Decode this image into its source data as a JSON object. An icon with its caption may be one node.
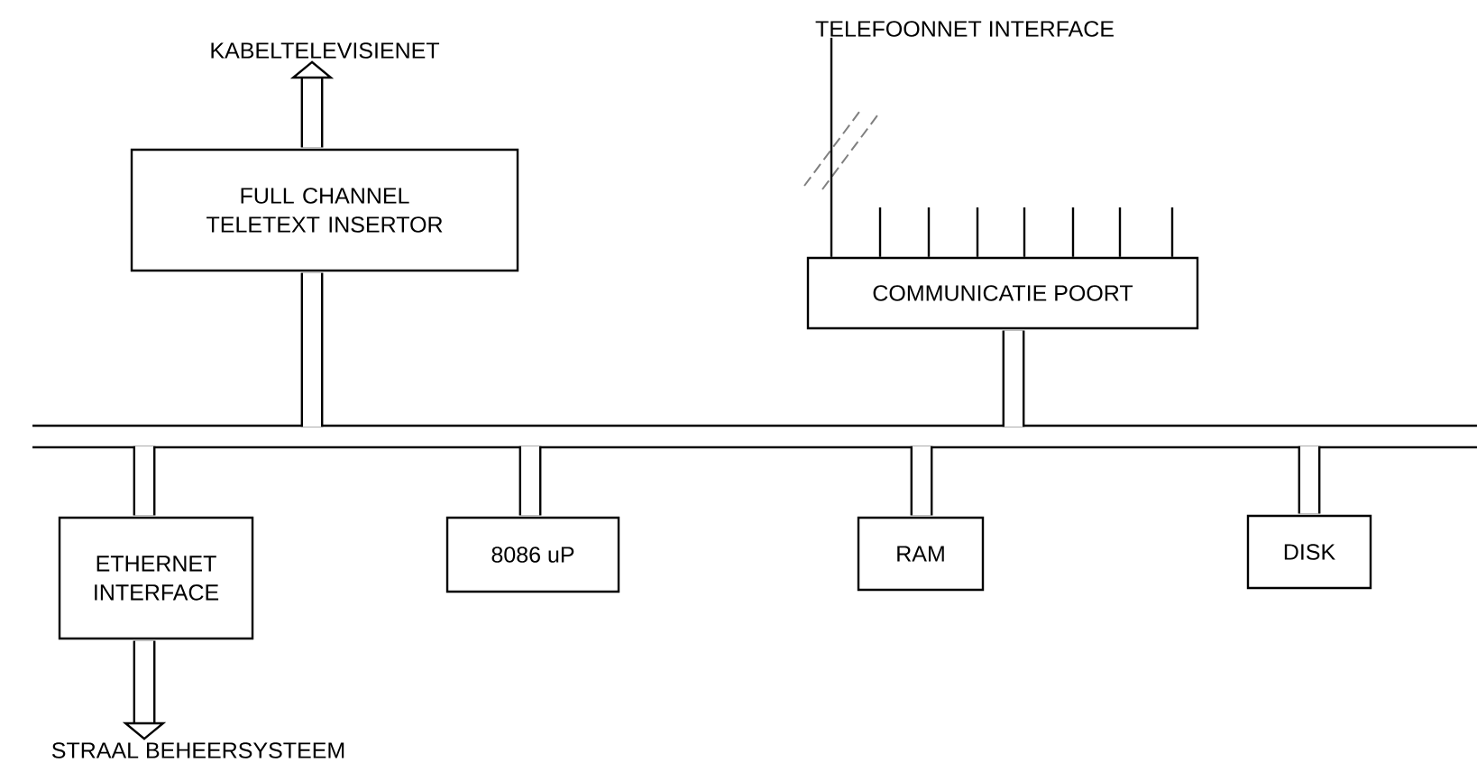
{
  "diagram": {
    "nodes": [
      {
        "text": [
          "KABELTELEVISIENET"
        ]
      },
      {
        "text": [
          "FULL CHANNEL TELETEXT INSERTOR"
        ]
      },
      {
        "text": [
          "TELEFOONNET INTERFACE"
        ]
      },
      {
        "text": [
          "COMMUNICATIE POORT"
        ]
      },
      {
        "text": [],
        "shape": "bar"
      },
      {
        "text": [
          "ETHERNET INTERFACE"
        ]
      },
      {
        "text": [
          "8086 uP"
        ]
      },
      {
        "text": [
          "RAM"
        ]
      },
      {
        "text": [
          "DISK"
        ]
      },
      {
        "text": [
          "STRAAL BEHEERSYSTEEM"
        ]
      }
    ],
    "edges": [
      {
        "from": 1,
        "to": 0,
        "arrow": "to",
        "style": "thick"
      },
      {
        "from": 3,
        "to": 2,
        "arrow": "none"
      },
      {
        "from": 3,
        "to": null,
        "arrow": "none"
      },
      {
        "from": 3,
        "to": null,
        "arrow": "none"
      },
      {
        "from": 3,
        "to": null,
        "arrow": "none"
      },
      {
        "from": 3,
        "to": null,
        "arrow": "none"
      },
      {
        "from": 3,
        "to": null,
        "arrow": "none"
      },
      {
        "from": 3,
        "to": null,
        "arrow": "none"
      },
      {
        "from": 3,
        "to": null,
        "arrow": "none"
      },
      {
        "from": 1,
        "to": 4,
        "arrow": "none",
        "style": "thick"
      },
      {
        "from": 3,
        "to": 4,
        "arrow": "none",
        "style": "thick"
      },
      {
        "from": 4,
        "to": 5,
        "arrow": "none",
        "style": "thick"
      },
      {
        "from": 4,
        "to": 6,
        "arrow": "none",
        "style": "thick"
      },
      {
        "from": 4,
        "to": 7,
        "arrow": "none",
        "style": "thick"
      },
      {
        "from": 4,
        "to": 8,
        "arrow": "none",
        "style": "thick"
      },
      {
        "from": 5,
        "to": 9,
        "arrow": "to",
        "style": "thick"
      }
    ]
  }
}
